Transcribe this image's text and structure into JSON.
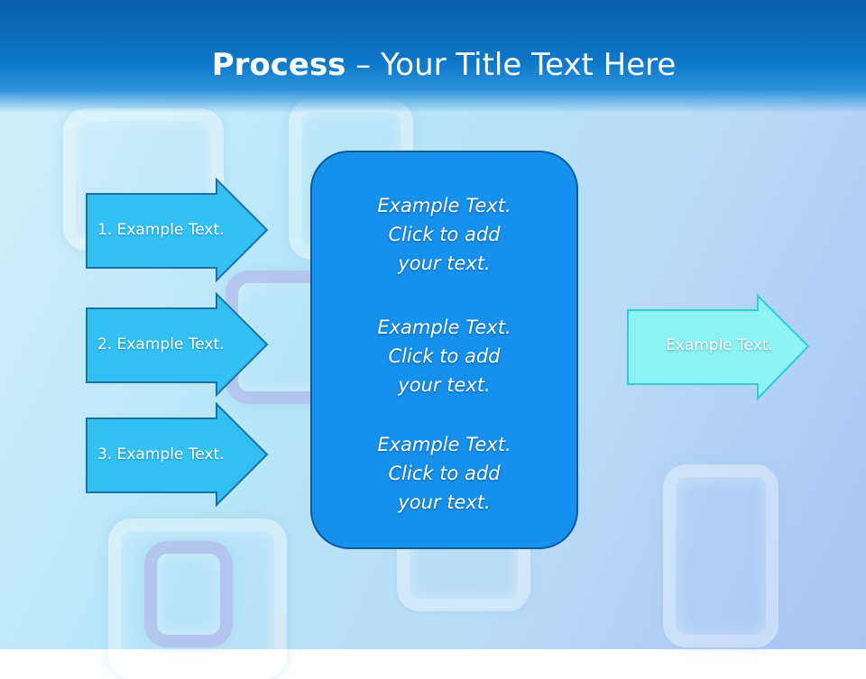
{
  "slide": {
    "title_bold": "Process",
    "title_rest": " – Your Title Text Here"
  },
  "inputs": [
    {
      "label": "1. Example Text."
    },
    {
      "label": "2. Example Text."
    },
    {
      "label": "3. Example Text."
    }
  ],
  "center_box": {
    "blocks": [
      {
        "line1": "Example Text.",
        "line2": "Click  to add",
        "line3": "your text."
      },
      {
        "line1": "Example Text.",
        "line2": "Click  to add",
        "line3": "your text."
      },
      {
        "line1": "Example Text.",
        "line2": "Click  to add",
        "line3": "your text."
      }
    ]
  },
  "output": {
    "label": "Example Text."
  },
  "colors": {
    "header": "#0c77c9",
    "input_arrow_fill": "#33c1f4",
    "input_arrow_stroke": "#1c6fa6",
    "center_box_fill": "#1590ec",
    "center_box_stroke": "#0d5aa0",
    "output_arrow_fill": "#8cf2f4",
    "output_arrow_stroke": "#2ccfd6"
  }
}
